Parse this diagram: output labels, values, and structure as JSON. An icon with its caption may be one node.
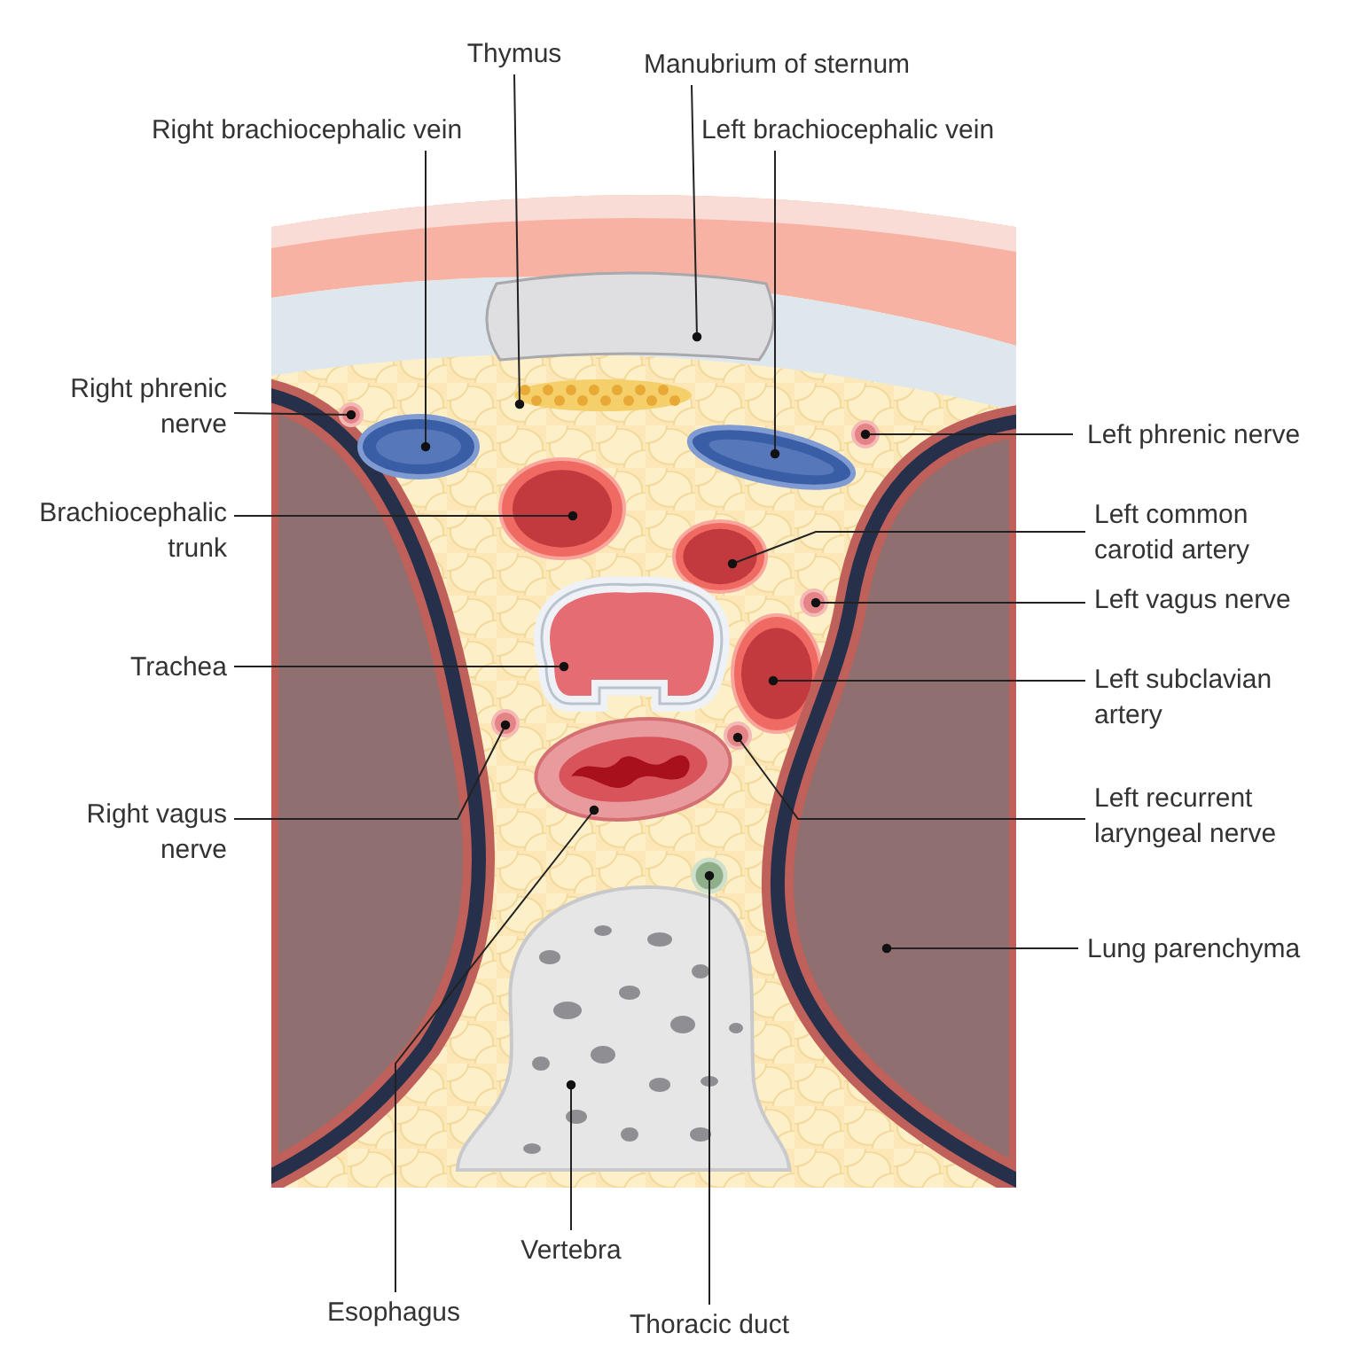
{
  "diagram": {
    "nodes": [
      {
        "text": [
          "Thymus"
        ]
      },
      {
        "text": [
          "Manubrium of sternum"
        ]
      },
      {
        "text": [
          "Right brachiocephalic vein"
        ]
      },
      {
        "text": [
          "Left brachiocephalic vein"
        ]
      },
      {
        "text": [
          "Right phrenic nerve"
        ]
      },
      {
        "text": [
          "Left phrenic nerve"
        ]
      },
      {
        "text": [
          "Brachiocephalic trunk"
        ]
      },
      {
        "text": [
          "Left common carotid artery"
        ]
      },
      {
        "text": [
          "Left vagus nerve"
        ]
      },
      {
        "text": [
          "Trachea"
        ]
      },
      {
        "text": [
          "Left subclavian artery"
        ]
      },
      {
        "text": [
          "Right vagus nerve"
        ]
      },
      {
        "text": [
          "Left recurrent laryngeal nerve"
        ]
      },
      {
        "text": [
          "Lung parenchyma"
        ]
      },
      {
        "text": [
          "Esophagus"
        ]
      },
      {
        "text": [
          "Vertebra"
        ]
      },
      {
        "text": [
          "Thoracic duct"
        ]
      },
      {
        "text": [],
        "shape": "picture"
      },
      {
        "text": [],
        "shape": "box"
      },
      {
        "text": [],
        "shape": "picture"
      },
      {
        "text": [],
        "shape": "picture"
      },
      {
        "text": [],
        "shape": "circle"
      },
      {
        "text": [],
        "shape": "circle"
      },
      {
        "text": [],
        "shape": "picture"
      },
      {
        "text": [],
        "shape": "picture"
      },
      {
        "text": [],
        "shape": "circle"
      },
      {
        "text": [],
        "shape": "box"
      },
      {
        "text": [],
        "shape": "picture"
      },
      {
        "text": [],
        "shape": "circle"
      },
      {
        "text": [],
        "shape": "circle"
      },
      {
        "text": [],
        "shape": "picture"
      },
      {
        "text": [],
        "shape": "picture"
      },
      {
        "text": [],
        "shape": "picture"
      },
      {
        "text": [],
        "shape": "picture"
      }
    ],
    "edges": [
      {
        "from": 0,
        "to": 17,
        "arrow": "other"
      },
      {
        "from": 1,
        "to": 18,
        "arrow": "other"
      },
      {
        "from": 2,
        "to": 19,
        "arrow": "other"
      },
      {
        "from": 3,
        "to": 20,
        "arrow": "other"
      },
      {
        "from": 4,
        "to": 21,
        "arrow": "other"
      },
      {
        "from": 5,
        "to": 22,
        "arrow": "other"
      },
      {
        "from": 6,
        "to": 23,
        "arrow": "other"
      },
      {
        "from": 7,
        "to": 24,
        "arrow": "other"
      },
      {
        "from": 8,
        "to": 25,
        "arrow": "other"
      },
      {
        "from": 9,
        "to": 26,
        "arrow": "other"
      },
      {
        "from": 10,
        "to": 27,
        "arrow": "other"
      },
      {
        "from": 11,
        "to": 28,
        "arrow": "other"
      },
      {
        "from": 12,
        "to": 29,
        "arrow": "other"
      },
      {
        "from": 13,
        "to": 30,
        "arrow": "other"
      },
      {
        "from": 14,
        "to": 31,
        "arrow": "other"
      },
      {
        "from": 15,
        "to": 32,
        "arrow": "other"
      },
      {
        "from": 16,
        "to": 33,
        "arrow": "other"
      }
    ]
  }
}
